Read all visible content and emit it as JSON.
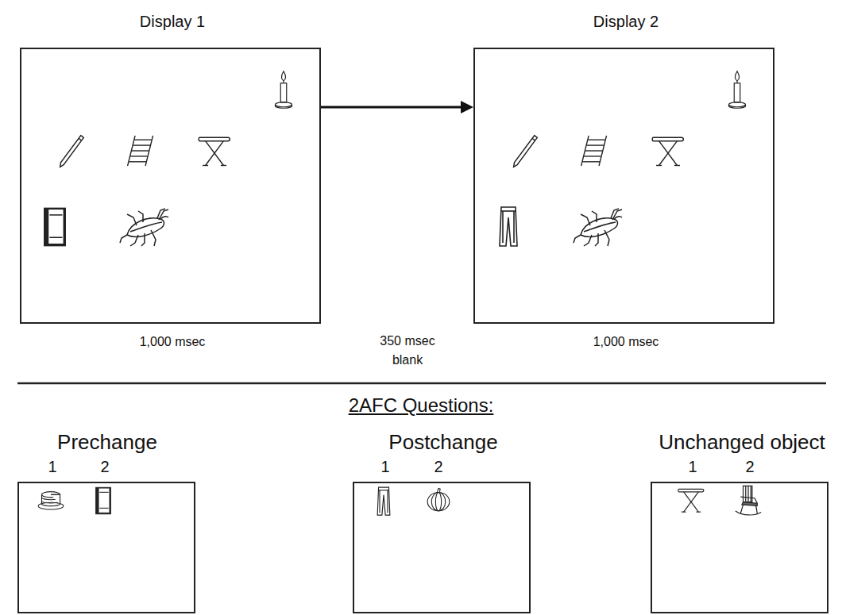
{
  "diagram": {
    "nodes": [
      {
        "text": [
          "Display 1",
          "1,000 msec"
        ]
      },
      {
        "text": [
          "Display 2",
          "1,000 msec"
        ]
      },
      {
        "text": [
          "Prechange",
          "1",
          "2"
        ]
      },
      {
        "text": [
          "Postchange",
          "1",
          "2"
        ]
      },
      {
        "text": [
          "Unchanged object",
          "1",
          "2"
        ]
      }
    ],
    "edges": [
      {
        "from": 0,
        "to": 1,
        "arrow": "to"
      }
    ],
    "labels": [
      "350 msec blank",
      "2AFC Questions:"
    ]
  }
}
